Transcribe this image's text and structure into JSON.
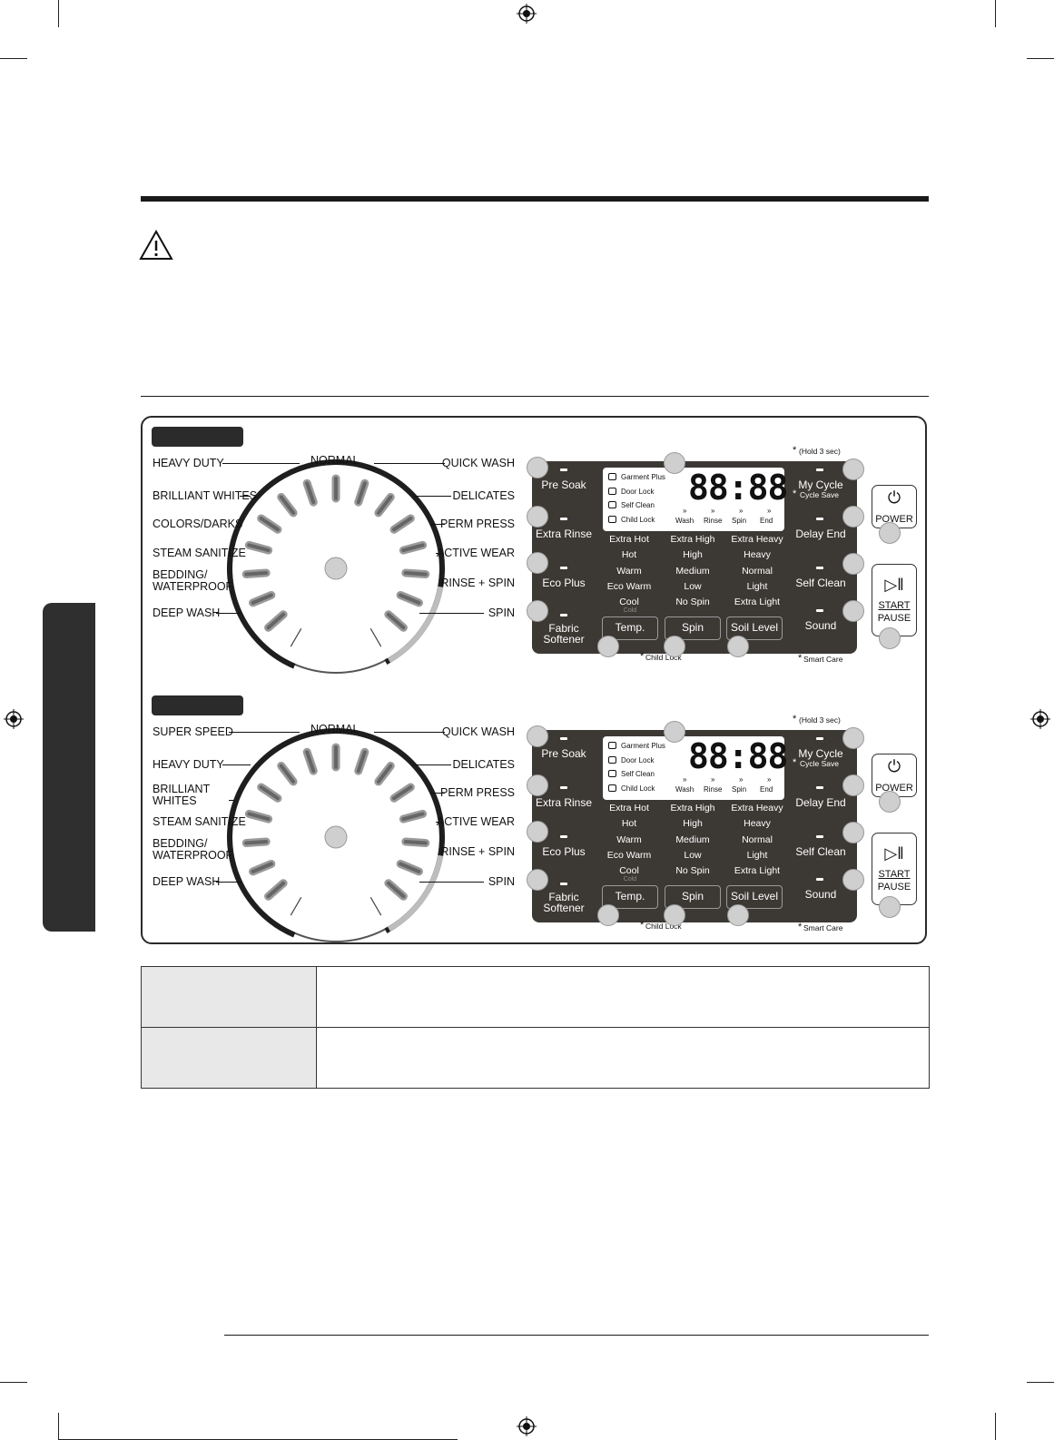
{
  "panels": [
    {
      "id": "top",
      "dial": {
        "top_label": "NORMAL",
        "left": [
          "HEAVY DUTY",
          "BRILLIANT WHITES",
          "COLORS/DARKS",
          "STEAM SANITIZE",
          "BEDDING/\nWATERPROOF",
          "DEEP WASH"
        ],
        "right": [
          "QUICK WASH",
          "DELICATES",
          "PERM PRESS",
          "ACTIVE WEAR",
          "RINSE + SPIN",
          "SPIN"
        ]
      }
    },
    {
      "id": "bottom",
      "dial": {
        "top_label": "NORMAL",
        "left": [
          "SUPER SPEED",
          "HEAVY DUTY",
          "BRILLIANT\nWHITES",
          "STEAM SANITIZE",
          "BEDDING/\nWATERPROOF",
          "DEEP WASH"
        ],
        "right": [
          "QUICK WASH",
          "DELICATES",
          "PERM PRESS",
          "ACTIVE WEAR",
          "RINSE + SPIN",
          "SPIN"
        ]
      }
    }
  ],
  "control": {
    "left_buttons": [
      "Pre Soak",
      "Extra Rinse",
      "Eco Plus",
      "Fabric\nSoftener"
    ],
    "right_buttons": [
      "My Cycle",
      "Delay End",
      "Self Clean",
      "Sound"
    ],
    "cycle_save": "Cycle Save",
    "hold_note": "(Hold 3 sec)",
    "lcd_items": [
      "Garment Plus",
      "Door Lock",
      "Self Clean",
      "Child Lock"
    ],
    "lcd_digits": "88:88",
    "stages": [
      "Wash",
      "Rinse",
      "Spin",
      "End"
    ],
    "temp_options": [
      "Extra Hot",
      "Hot",
      "Warm",
      "Eco Warm",
      "Cool"
    ],
    "tap_cold": "Cold",
    "spin_options": [
      "Extra High",
      "High",
      "Medium",
      "Low",
      "No Spin"
    ],
    "soil_options": [
      "Extra Heavy",
      "Heavy",
      "Normal",
      "Light",
      "Extra Light"
    ],
    "bottom_buttons": [
      "Temp.",
      "Spin",
      "Soil Level"
    ],
    "child_lock_note": "Child Lock",
    "smart_care_note": "Smart Care",
    "power": "POWER",
    "start": "START",
    "pause": "PAUSE",
    "asterisk": "*"
  },
  "colors": {
    "panel": "#3c3834",
    "badge": "#2b2b2b",
    "side_tab": "#2f2f2f"
  }
}
